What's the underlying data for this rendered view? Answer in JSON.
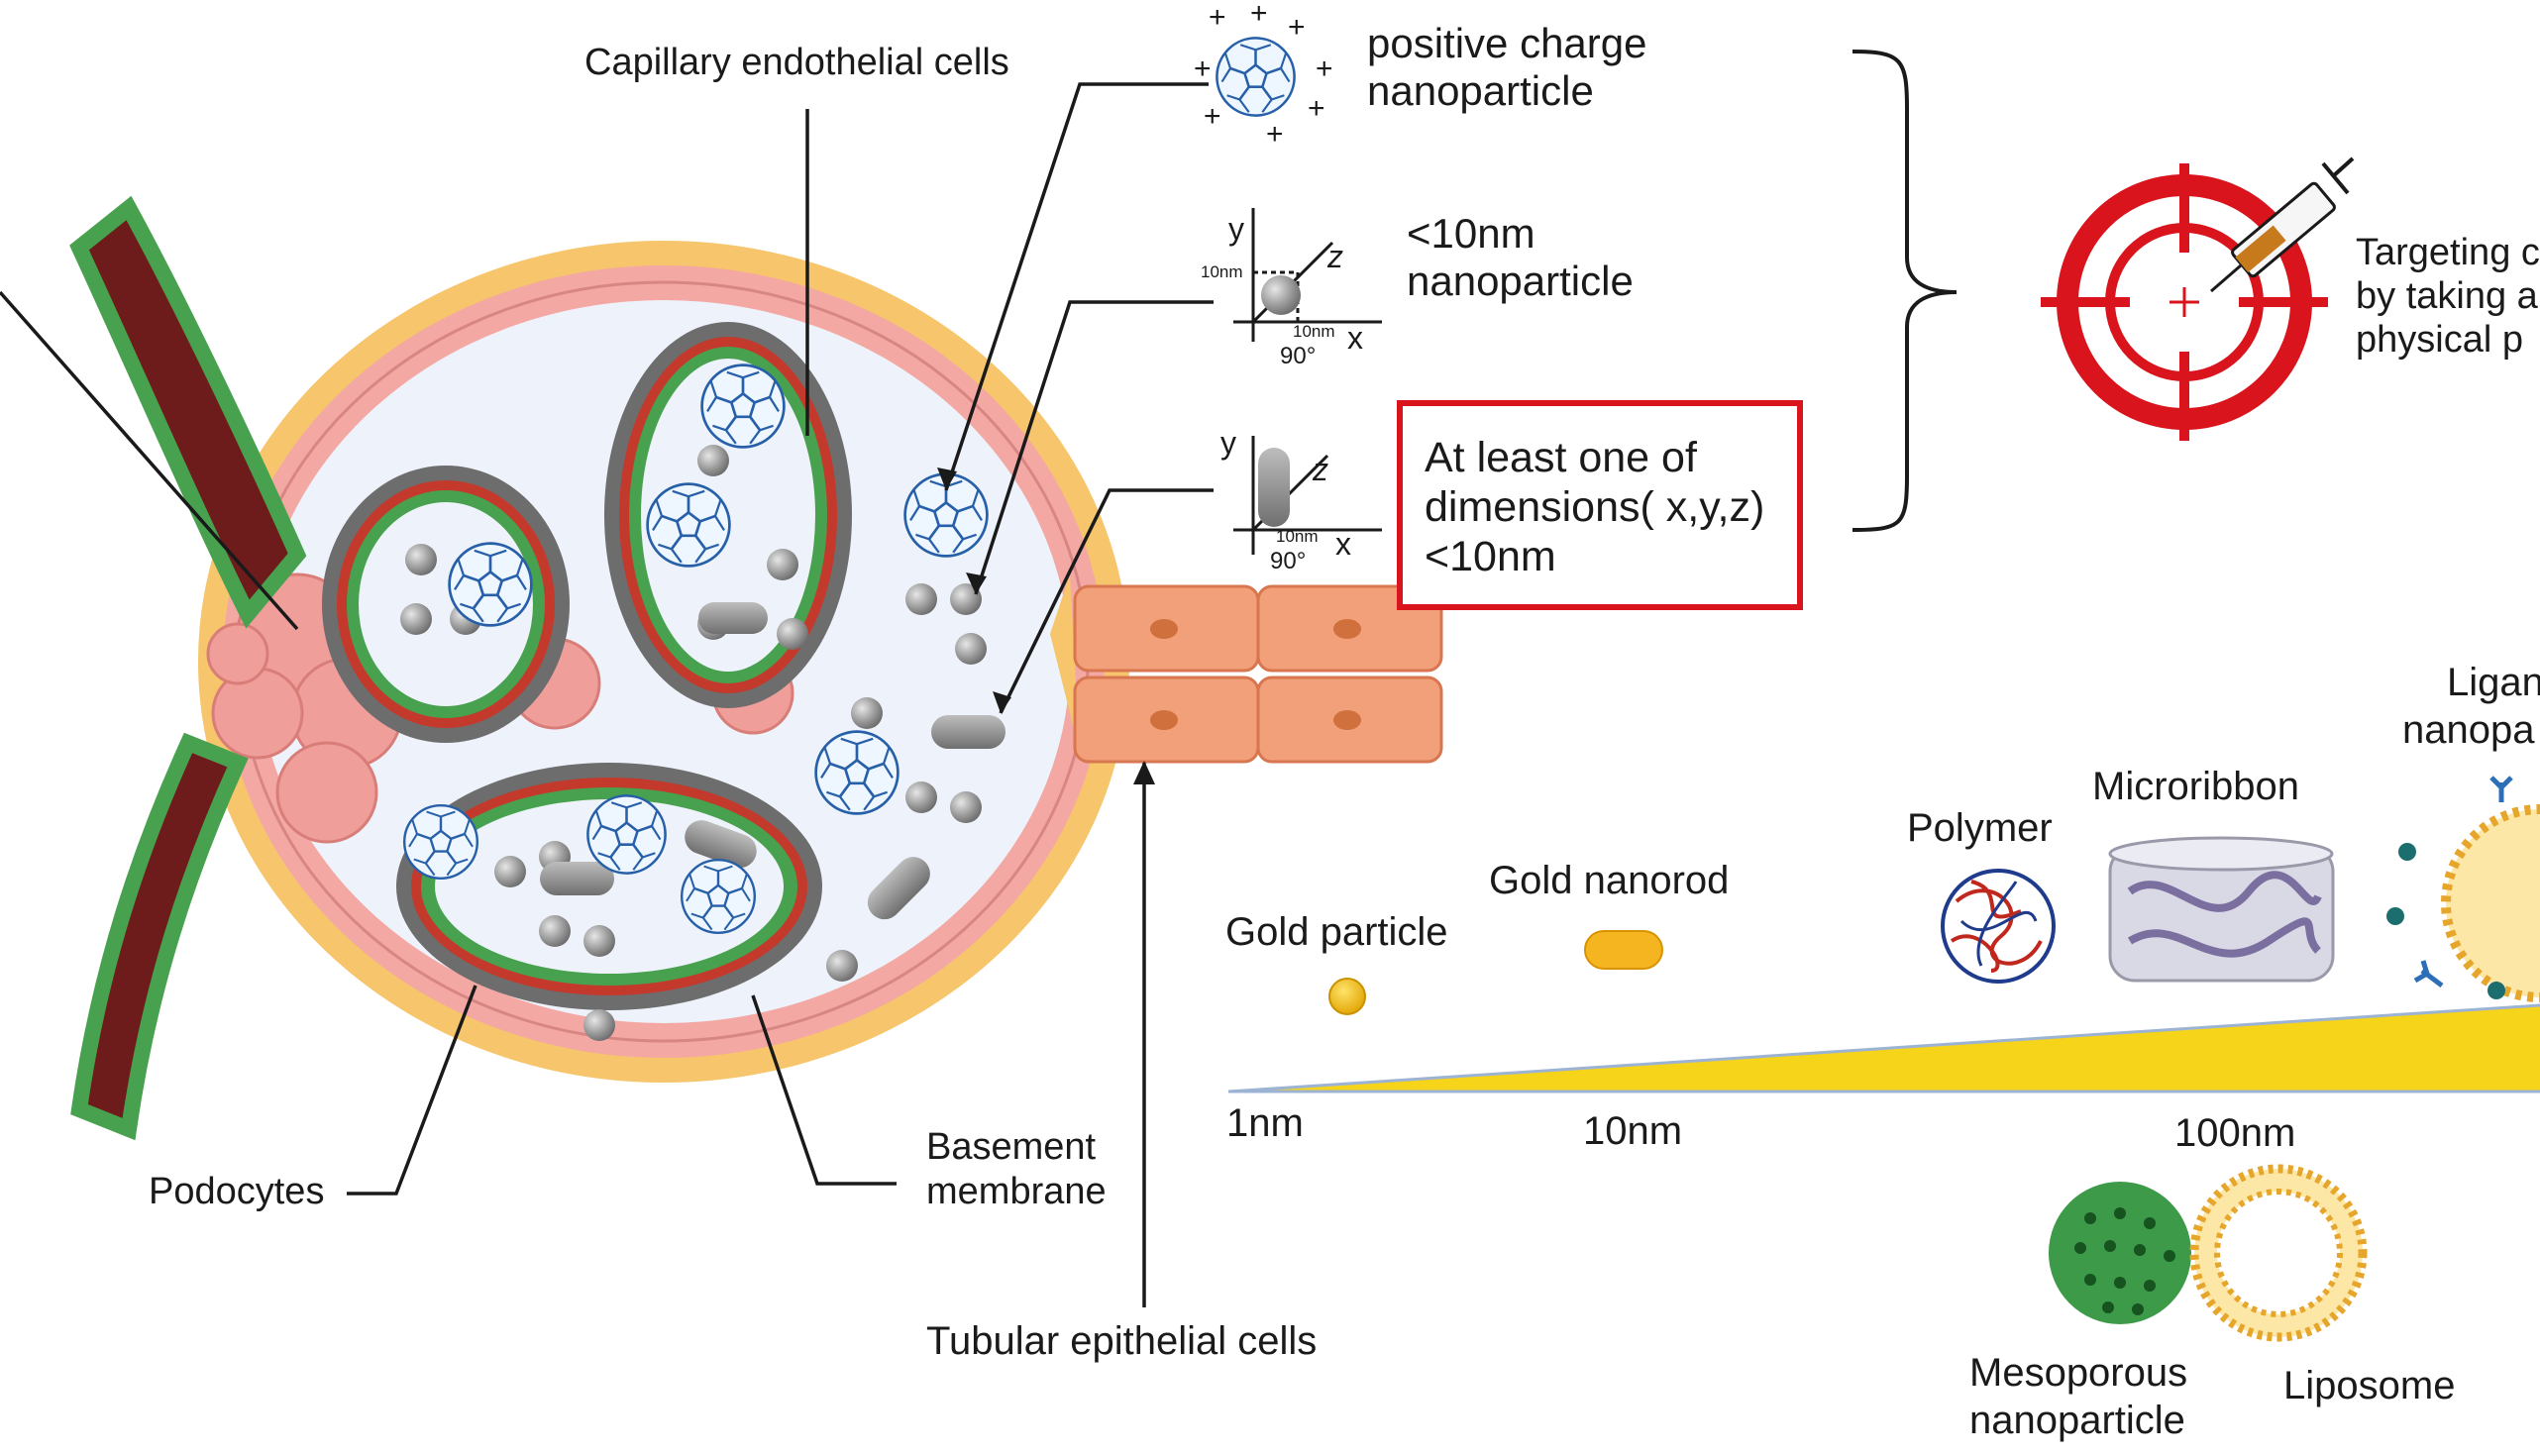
{
  "labels": {
    "capillary_endothelial_cells": "Capillary endothelial cells",
    "podocytes": "Podocytes",
    "basement_membrane_line1": "Basement",
    "basement_membrane_line2": "membrane",
    "tubular_epithelial_cells": "Tubular epithelial cells"
  },
  "nanoparticle_types": {
    "positive_charge_line1": "positive charge",
    "positive_charge_line2": "nanoparticle",
    "under10_line1": "<10nm",
    "under10_line2": "nanoparticle",
    "dimension_box_line1": "At least one of",
    "dimension_box_line2": "dimensions( x,y,z)",
    "dimension_box_line3": "<10nm"
  },
  "axis_glyphs": {
    "x": "x",
    "y": "y",
    "z": "z",
    "ten_nm": "10nm",
    "ninety_deg": "90°",
    "plus": "+"
  },
  "targeting": {
    "line1": "Targeting c",
    "line2": "by taking a",
    "line3": "physical p"
  },
  "size_scale": {
    "ticks": [
      "1nm",
      "10nm",
      "100nm"
    ],
    "items_above": [
      "Gold particle",
      "Gold nanorod",
      "Polymer",
      "Microribbon"
    ],
    "ligand_line1": "Ligand-",
    "ligand_line2": "nanopa",
    "items_below": {
      "mesoporous_line1": "Mesoporous",
      "mesoporous_line2": "nanoparticle",
      "liposome": "Liposome"
    }
  },
  "colors": {
    "highlight_red": "#d9141c",
    "scale_yellow": "#f5d41a",
    "capsule_orange": "#f6c56c",
    "vessel_dark": "#6e1b1b",
    "podocyte_green": "#3fa24b",
    "cell_pink": "#f2b5b0",
    "tubule_orange": "#f2a07a"
  }
}
